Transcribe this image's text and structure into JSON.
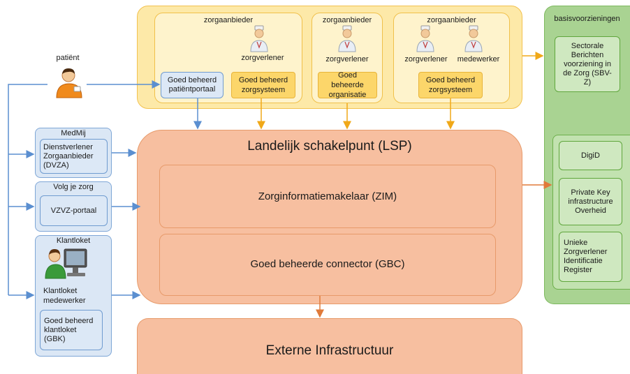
{
  "patient": {
    "label": "patiënt"
  },
  "providers": [
    {
      "title": "zorgaanbieder",
      "person1": "zorgverlener",
      "box_left": "Goed beheerd patiëntportaal",
      "box_right": "Goed beheerd zorgsysteem"
    },
    {
      "title": "zorgaanbieder",
      "person1": "zorgverlener",
      "box": "Goed beheerde organisatie"
    },
    {
      "title": "zorgaanbieder",
      "person1": "zorgverlener",
      "person2": "medewerker",
      "box": "Goed beheerd zorgsysteem"
    }
  ],
  "medmij": {
    "title": "MedMij",
    "box": "Dienstverlener Zorgaanbieder (DVZA)"
  },
  "volgjezorg": {
    "title": "Volg je zorg",
    "box": "VZVZ-portaal"
  },
  "klantloket": {
    "title": "Klantloket",
    "person": "Klantloket medewerker",
    "box": "Goed beheerd klantloket (GBK)"
  },
  "lsp": {
    "title": "Landelijk schakelpunt (LSP)",
    "zim": "Zorginformatiemakelaar (ZIM)",
    "gbc": "Goed beheerde connector (GBC)"
  },
  "externe": {
    "title": "Externe Infrastructuur"
  },
  "basis": {
    "title": "basisvoorzieningen",
    "sbv": "Sectorale Berichten voorziening in de Zorg (SBV-Z)",
    "digid": "DigiD",
    "pki": "Private Key infrastructure Overheid",
    "uzi": "Unieke Zorgverlener Identificatie Register"
  },
  "colors": {
    "yellow": "#fde9a8",
    "blue": "#dbe7f5",
    "orange": "#f7bfa0",
    "green": "#a9d392",
    "arrow_blue": "#5b8fd0",
    "arrow_yellow": "#f0a818",
    "arrow_orange": "#e07a3a"
  }
}
